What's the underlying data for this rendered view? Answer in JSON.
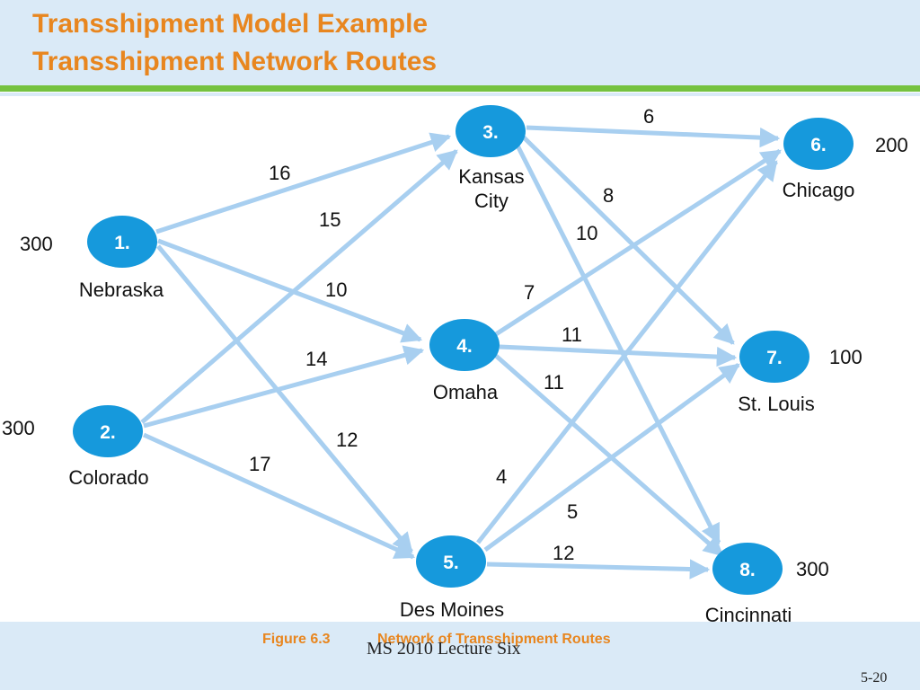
{
  "slide": {
    "title_line1": "Transshipment Model Example",
    "title_line2": "Transshipment Network Routes",
    "figure_number": "Figure 6.3",
    "figure_title": "Network of Transshipment Routes",
    "footer_text": "MS 2010 Lecture Six",
    "page_number": "5-20",
    "colors": {
      "title": "#e8861f",
      "band": "#daeaf7",
      "accent_bar": "#75c23f",
      "node": "#1699dc",
      "edge": "#a8cff0"
    }
  },
  "nodes": [
    {
      "id": 1,
      "number": "1.",
      "name": "Nebraska",
      "amount": "300"
    },
    {
      "id": 2,
      "number": "2.",
      "name": "Colorado",
      "amount": "300"
    },
    {
      "id": 3,
      "number": "3.",
      "name_line1": "Kansas",
      "name_line2": "City"
    },
    {
      "id": 4,
      "number": "4.",
      "name": "Omaha"
    },
    {
      "id": 5,
      "number": "5.",
      "name": "Des Moines"
    },
    {
      "id": 6,
      "number": "6.",
      "name": "Chicago",
      "amount": "200"
    },
    {
      "id": 7,
      "number": "7.",
      "name": "St. Louis",
      "amount": "100"
    },
    {
      "id": 8,
      "number": "8.",
      "name": "Cincinnati",
      "amount": "300"
    }
  ],
  "edges": [
    {
      "from": 1,
      "to": 3,
      "cost": "16"
    },
    {
      "from": 1,
      "to": 4,
      "cost": "10"
    },
    {
      "from": 1,
      "to": 5,
      "cost": "12"
    },
    {
      "from": 2,
      "to": 3,
      "cost": "15"
    },
    {
      "from": 2,
      "to": 4,
      "cost": "14"
    },
    {
      "from": 2,
      "to": 5,
      "cost": "17"
    },
    {
      "from": 3,
      "to": 6,
      "cost": "6"
    },
    {
      "from": 3,
      "to": 7,
      "cost": "8"
    },
    {
      "from": 3,
      "to": 8,
      "cost": "10"
    },
    {
      "from": 4,
      "to": 6,
      "cost": "7"
    },
    {
      "from": 4,
      "to": 7,
      "cost": "11"
    },
    {
      "from": 4,
      "to": 8,
      "cost": "11"
    },
    {
      "from": 5,
      "to": 6,
      "cost": "4"
    },
    {
      "from": 5,
      "to": 7,
      "cost": "5"
    },
    {
      "from": 5,
      "to": 8,
      "cost": "12"
    }
  ]
}
